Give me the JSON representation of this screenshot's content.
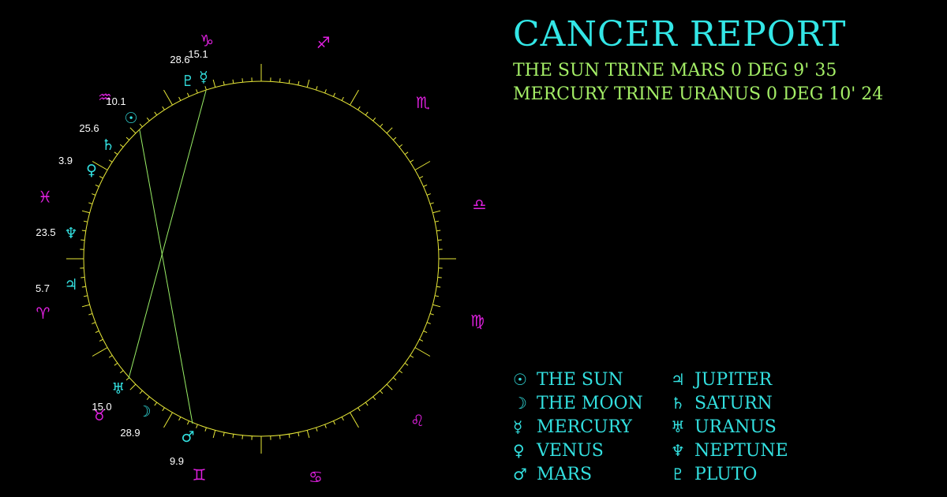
{
  "report": {
    "title": "CANCER REPORT",
    "aspects": [
      "THE SUN TRINE MARS 0 DEG 9' 35",
      "MERCURY TRINE URANUS 0 DEG 10' 24"
    ]
  },
  "colors": {
    "background": "#000000",
    "title": "#33e6e6",
    "aspect_text": "#a4ee66",
    "circle": "#e8e838",
    "aspect_line": "#99ee66",
    "zodiac_glyph": "#e020e0",
    "planet_glyph": "#33e0e0",
    "degree_text": "#ffffff"
  },
  "zodiac_signs": [
    {
      "name": "capricorn",
      "glyph": "♑"
    },
    {
      "name": "sagittarius",
      "glyph": "♐"
    },
    {
      "name": "scorpio",
      "glyph": "♏"
    },
    {
      "name": "libra",
      "glyph": "♎"
    },
    {
      "name": "virgo",
      "glyph": "♍"
    },
    {
      "name": "leo",
      "glyph": "♌"
    },
    {
      "name": "cancer",
      "glyph": "♋"
    },
    {
      "name": "gemini",
      "glyph": "♊"
    },
    {
      "name": "taurus",
      "glyph": "♉"
    },
    {
      "name": "aries",
      "glyph": "♈"
    },
    {
      "name": "pisces",
      "glyph": "♓"
    },
    {
      "name": "aquarius",
      "glyph": "♒"
    }
  ],
  "chart_planets": [
    {
      "name": "pluto",
      "glyph": "♇",
      "degree": "28.6"
    },
    {
      "name": "mercury",
      "glyph": "☿",
      "degree": "15.1"
    },
    {
      "name": "sun",
      "glyph": "☉",
      "degree": "10.1"
    },
    {
      "name": "saturn",
      "glyph": "♄",
      "degree": "25.6"
    },
    {
      "name": "venus",
      "glyph": "♀",
      "degree": "3.9"
    },
    {
      "name": "neptune",
      "glyph": "♆",
      "degree": "23.5"
    },
    {
      "name": "jupiter",
      "glyph": "♃",
      "degree": "5.7"
    },
    {
      "name": "uranus",
      "glyph": "♅",
      "degree": "15.0"
    },
    {
      "name": "moon",
      "glyph": "☽",
      "degree": "28.9"
    },
    {
      "name": "mars",
      "glyph": "♂",
      "degree": "9.9"
    }
  ],
  "aspect_lines": [
    {
      "from": "sun",
      "to": "mars"
    },
    {
      "from": "mercury",
      "to": "uranus"
    }
  ],
  "legend": [
    {
      "glyph": "☉",
      "label": "THE SUN"
    },
    {
      "glyph": "☽",
      "label": "THE MOON"
    },
    {
      "glyph": "☿",
      "label": "MERCURY"
    },
    {
      "glyph": "♀",
      "label": "VENUS"
    },
    {
      "glyph": "♂",
      "label": "MARS"
    },
    {
      "glyph": "♃",
      "label": "JUPITER"
    },
    {
      "glyph": "♄",
      "label": "SATURN"
    },
    {
      "glyph": "♅",
      "label": "URANUS"
    },
    {
      "glyph": "♆",
      "label": "NEPTUNE"
    },
    {
      "glyph": "♇",
      "label": "PLUTO"
    }
  ]
}
